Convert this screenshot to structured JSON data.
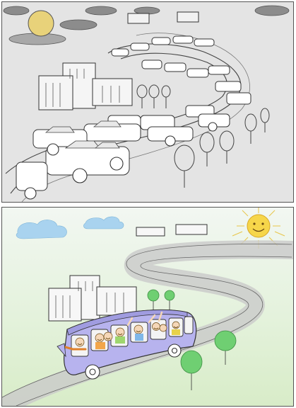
{
  "illustration": {
    "panels": [
      {
        "id": "before",
        "scene": [
          "sun",
          "smog-clouds",
          "apartment-buildings",
          "bare-trees",
          "winding-road",
          "traffic-jam-cars"
        ],
        "palette": {
          "background": "#e4e4e4",
          "sun": "#e8d27a",
          "smog": "#8a8a8a",
          "ink": "#333333"
        }
      },
      {
        "id": "after",
        "scene": [
          "smiling-sun",
          "blue-clouds",
          "apartment-buildings",
          "green-trees",
          "winding-road",
          "bus-with-passengers"
        ],
        "palette": {
          "background": "#e4f2dc",
          "sun": "#f6d64a",
          "cloud": "#a9d3ef",
          "bus": "#b7b3ee",
          "tree": "#6fcf72",
          "ink": "#333333"
        }
      }
    ]
  }
}
